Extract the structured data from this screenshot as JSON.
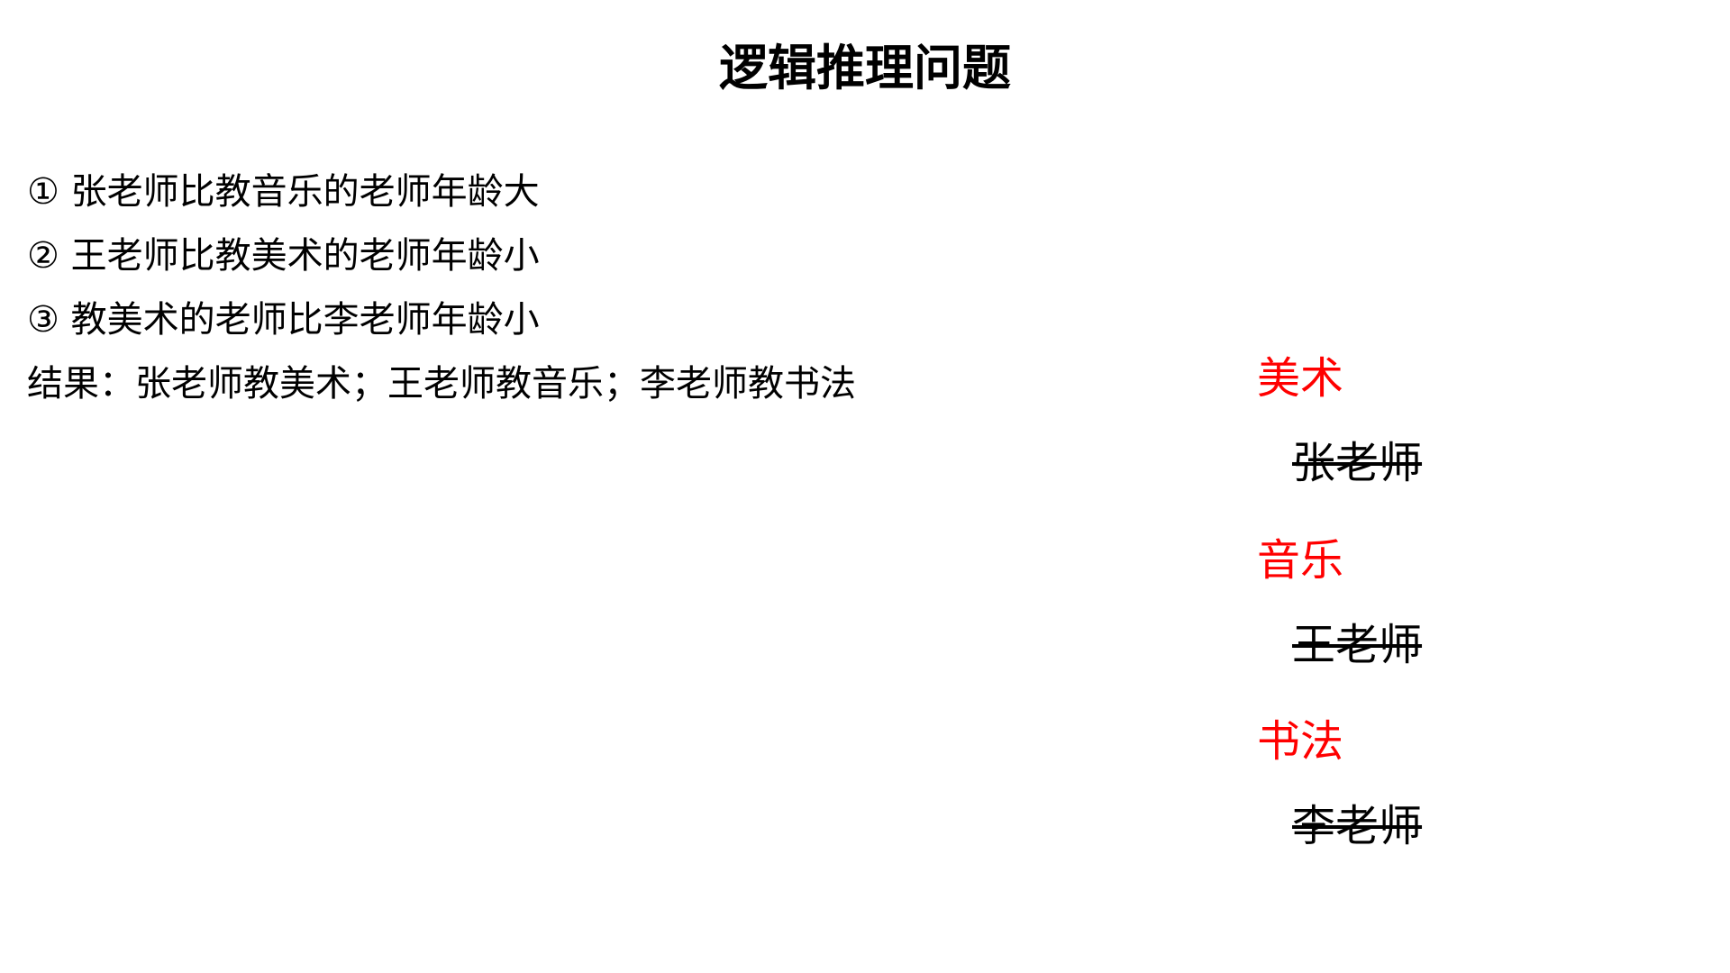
{
  "title": "逻辑推理问题",
  "clues": [
    "① 张老师比教音乐的老师年龄大",
    "② 王老师比教美术的老师年龄小",
    "③ 教美术的老师比李老师年龄小"
  ],
  "result": "结果：张老师教美术；王老师教音乐；李老师教书法",
  "answers": [
    {
      "teacher": "张老师",
      "subject": "美术"
    },
    {
      "teacher": "王老师",
      "subject": "音乐"
    },
    {
      "teacher": "李老师",
      "subject": "书法"
    }
  ],
  "colors": {
    "text": "#000000",
    "annotation": "#ff0000",
    "background": "#ffffff"
  }
}
